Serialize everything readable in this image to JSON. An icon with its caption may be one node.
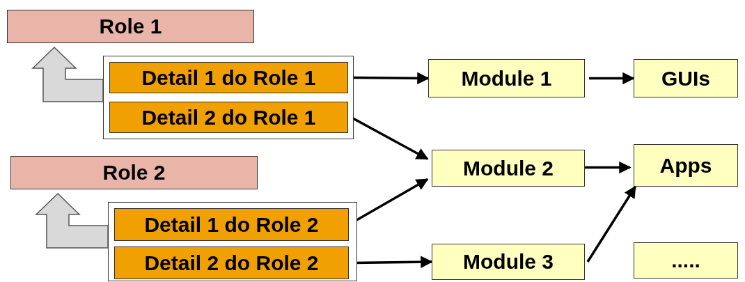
{
  "diagram": {
    "nodes": [
      {
        "text": [
          "Role 1"
        ]
      },
      {
        "text": [],
        "shape": "box"
      },
      {
        "text": [
          "Detail 1 do Role 1"
        ],
        "in": 1
      },
      {
        "text": [
          "Detail 2 do Role 1"
        ],
        "in": 1
      },
      {
        "text": [
          "Module 1"
        ]
      },
      {
        "text": [
          "GUIs"
        ]
      },
      {
        "text": [
          "Module 2"
        ]
      },
      {
        "text": [
          "Apps"
        ]
      },
      {
        "text": [
          "Role 2"
        ]
      },
      {
        "text": [],
        "shape": "box"
      },
      {
        "text": [
          "Detail 1 do Role 2"
        ],
        "in": 9
      },
      {
        "text": [
          "Detail 2 do Role 2"
        ],
        "in": 9
      },
      {
        "text": [
          "Module 3"
        ]
      },
      {
        "text": [
          "....."
        ]
      }
    ],
    "edges": [
      {
        "from": 1,
        "to": 0,
        "arrow": "to",
        "style": "thick",
        "color": "#d9d9d9"
      },
      {
        "from": 2,
        "to": 4,
        "arrow": "to"
      },
      {
        "from": 4,
        "to": 5,
        "arrow": "to"
      },
      {
        "from": 3,
        "to": 6,
        "arrow": "to"
      },
      {
        "from": 6,
        "to": 7,
        "arrow": "to"
      },
      {
        "from": 9,
        "to": 8,
        "arrow": "to",
        "style": "thick",
        "color": "#d9d9d9"
      },
      {
        "from": 10,
        "to": 6,
        "arrow": "to"
      },
      {
        "from": 11,
        "to": 12,
        "arrow": "to"
      },
      {
        "from": 12,
        "to": 7,
        "arrow": "to"
      }
    ]
  }
}
